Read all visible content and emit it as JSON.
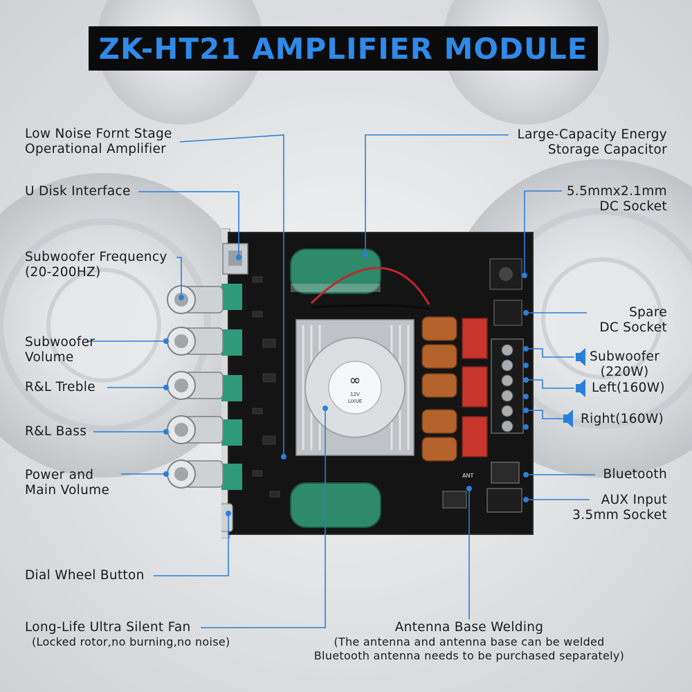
{
  "title": "ZK-HT21 AMPLIFIER MODULE",
  "labels": {
    "low_noise_1": "Low Noise Fornt Stage",
    "low_noise_2": "Operational Amplifier",
    "u_disk": "U Disk Interface",
    "sub_freq_1": "Subwoofer Frequency",
    "sub_freq_2": "(20-200HZ)",
    "sub_vol_1": "Subwoofer",
    "sub_vol_2": "Volume",
    "treble": "R&L Treble",
    "bass": "R&L Bass",
    "power_1": "Power and",
    "power_2": "Main Volume",
    "dial": "Dial Wheel Button",
    "fan_1": "Long-Life Ultra Silent Fan",
    "fan_2": "(Locked rotor,no burning,no noise)",
    "capacitor_1": "Large-Capacity Energy",
    "capacitor_2": "Storage Capacitor",
    "dc_1": "5.5mmx2.1mm",
    "dc_2": "DC Socket",
    "spare_1": "Spare",
    "spare_2": "DC Socket",
    "subwoofer_out_1": "Subwoofer",
    "subwoofer_out_2": "(220W)",
    "left_out": "Left(160W)",
    "right_out": "Right(160W)",
    "bluetooth": "Bluetooth",
    "aux_1": "AUX Input",
    "aux_2": "3.5mm Socket",
    "antenna_1": "Antenna Base Welding",
    "antenna_2": "(The antenna and antenna base can be welded",
    "antenna_3": "Bluetooth antenna needs to be purchased separately)"
  },
  "board_marks": {
    "fan_brand": "LIXUE",
    "fan_voltage": "12V",
    "ant": "ANT"
  },
  "colors": {
    "accent": "#2f8ae8",
    "leader": "#2a7fd8",
    "title_bg": "#0b0b0b",
    "board": "#141414",
    "capacitor": "#2e8a6a"
  }
}
